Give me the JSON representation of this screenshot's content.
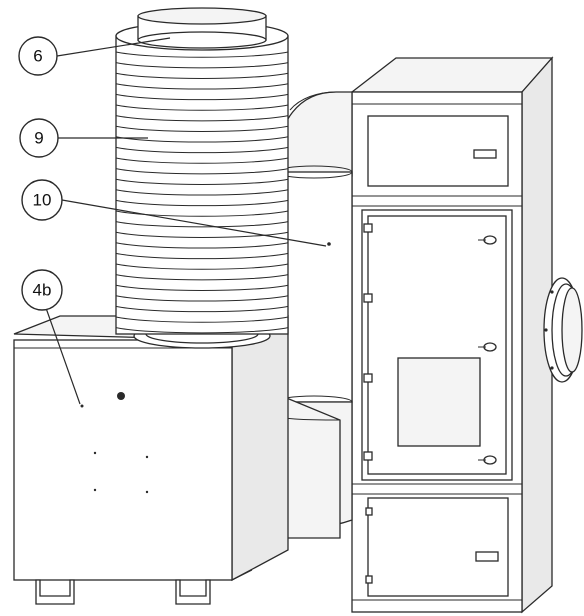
{
  "callouts": [
    {
      "id": "callout-6",
      "label": "6"
    },
    {
      "id": "callout-9",
      "label": "9"
    },
    {
      "id": "callout-10",
      "label": "10"
    },
    {
      "id": "callout-4b",
      "label": "4b"
    }
  ]
}
